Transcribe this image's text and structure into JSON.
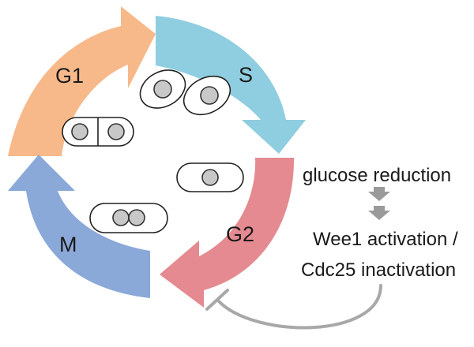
{
  "phases": [
    {
      "id": "G1",
      "label": "G1",
      "color": "#f7b98a"
    },
    {
      "id": "S",
      "label": "S",
      "color": "#8fcde0"
    },
    {
      "id": "G2",
      "label": "G2",
      "color": "#e48a90"
    },
    {
      "id": "M",
      "label": "M",
      "color": "#8aa8d8"
    }
  ],
  "pathway": {
    "step1": "glucose reduction",
    "step2_line1": "Wee1 activation /",
    "step2_line2": "Cdc25 inactivation",
    "arrow_color": "#9a9a9a",
    "inhibition_color": "#a8a8a8"
  }
}
